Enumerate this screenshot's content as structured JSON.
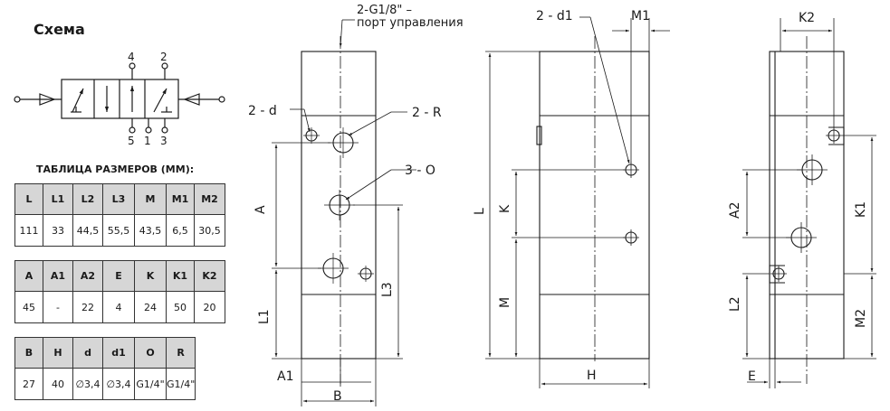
{
  "scheme_title": "Схема",
  "table_title": "ТАБЛИЦА РАЗМЕРОВ (ММ):",
  "port_labels": {
    "p4": "4",
    "p2": "2",
    "p5": "5",
    "p1": "1",
    "p3": "3"
  },
  "table1": {
    "headers": [
      "L",
      "L1",
      "L2",
      "L3",
      "M",
      "M1",
      "M2"
    ],
    "values": [
      "111",
      "33",
      "44,5",
      "55,5",
      "43,5",
      "6,5",
      "30,5"
    ]
  },
  "table2": {
    "headers": [
      "A",
      "A1",
      "A2",
      "E",
      "K",
      "K1",
      "K2"
    ],
    "values": [
      "45",
      "-",
      "22",
      "4",
      "24",
      "50",
      "20"
    ]
  },
  "table3": {
    "headers": [
      "B",
      "H",
      "d",
      "d1",
      "O",
      "R"
    ],
    "values": [
      "27",
      "40",
      "∅3,4",
      "∅3,4",
      "G1/4\"",
      "G1/4\""
    ]
  },
  "callouts": {
    "control_port_line1": "2-G1/8\" –",
    "control_port_line2": "порт управления",
    "d": "2 - d",
    "r": "2 - R",
    "o": "3 - O",
    "d1": "2 - d1"
  },
  "dims": {
    "A": "A",
    "L1": "L1",
    "A1": "A1",
    "B": "B",
    "L3": "L3",
    "L": "L",
    "K": "K",
    "M": "M",
    "H": "H",
    "M1": "M1",
    "K2": "K2",
    "A2": "A2",
    "K1": "K1",
    "L2": "L2",
    "M2": "M2",
    "E": "E"
  }
}
